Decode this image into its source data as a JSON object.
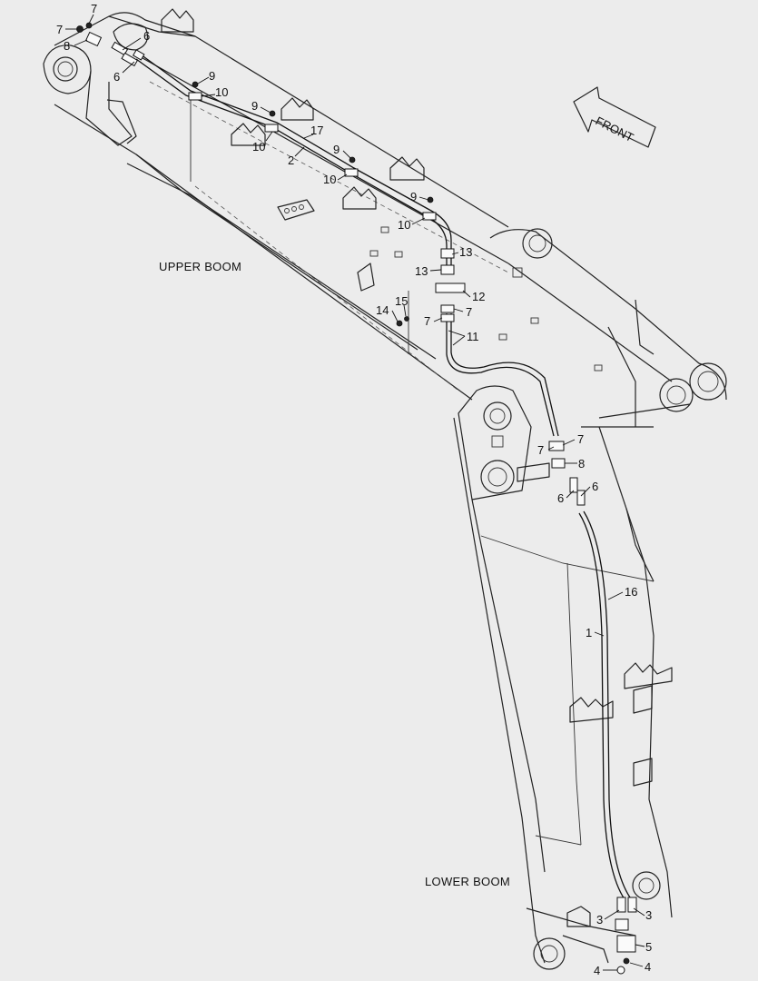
{
  "labels": {
    "upper_boom": "UPPER BOOM",
    "lower_boom": "LOWER BOOM",
    "front": "FRONT"
  },
  "callouts": [
    "7",
    "7",
    "8",
    "6",
    "6",
    "9",
    "10",
    "9",
    "10",
    "17",
    "2",
    "9",
    "10",
    "9",
    "10",
    "13",
    "13",
    "12",
    "15",
    "14",
    "7",
    "7",
    "11",
    "7",
    "7",
    "8",
    "6",
    "6",
    "16",
    "1",
    "3",
    "3",
    "5",
    "4",
    "4"
  ]
}
